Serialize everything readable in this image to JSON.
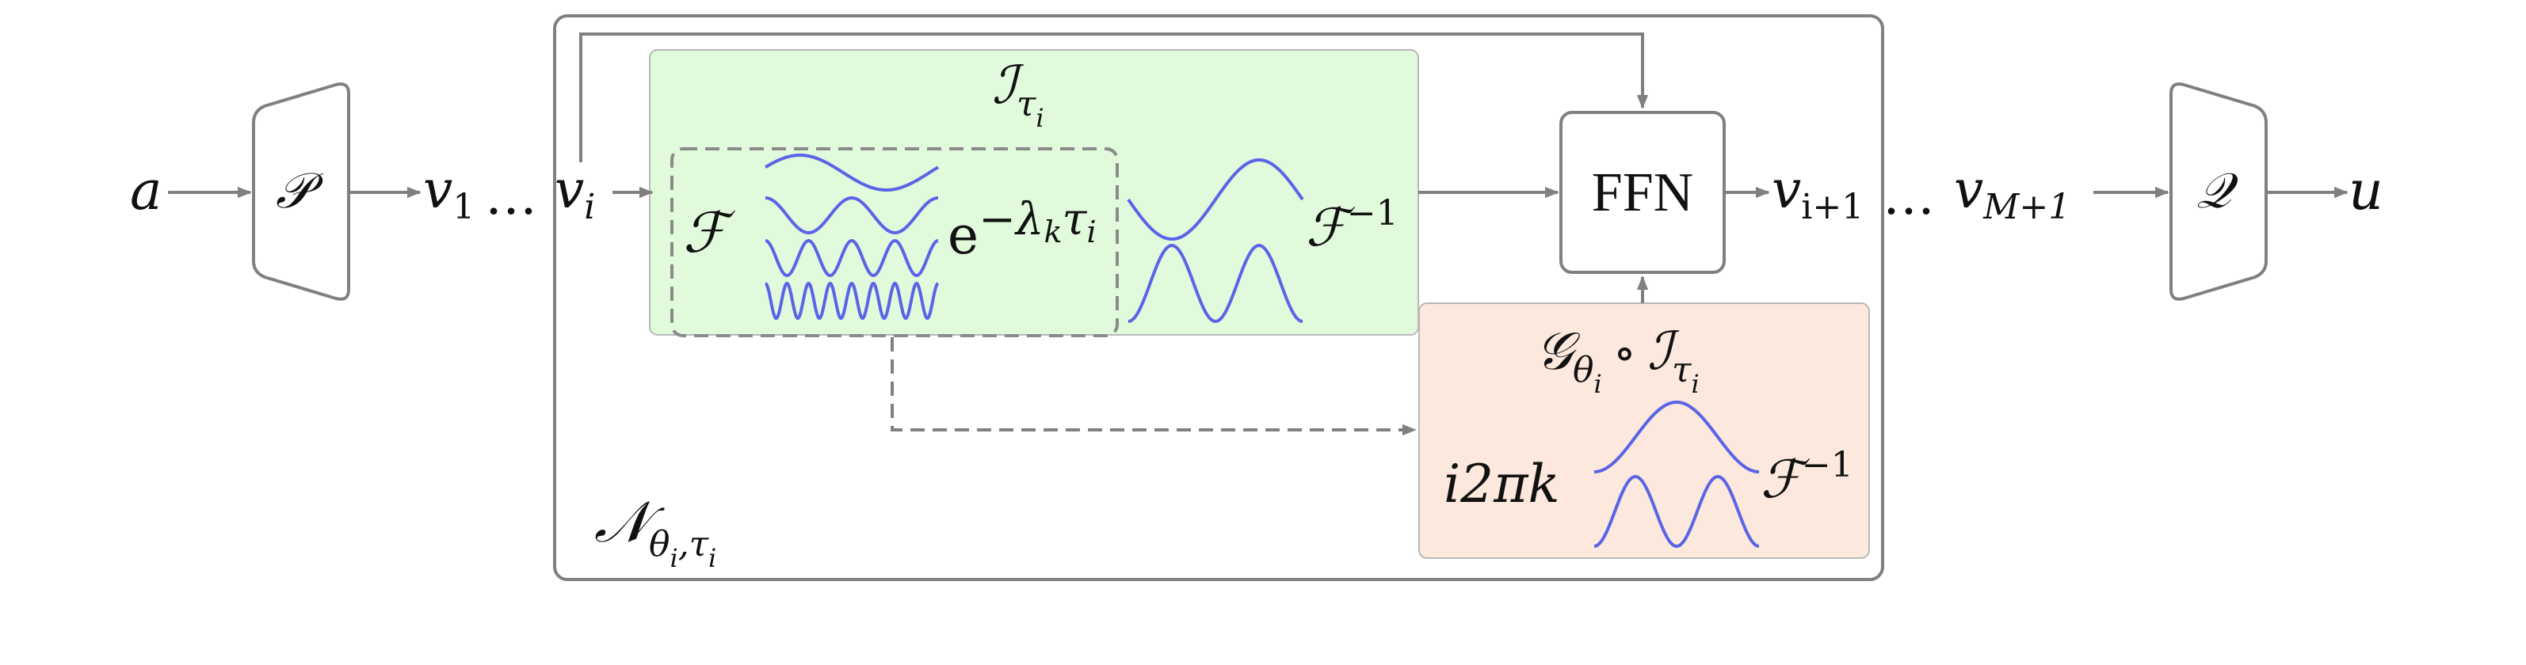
{
  "colors": {
    "line": "#808080",
    "wave": "#5a64e6",
    "green_fill": "#e1fadc",
    "orange_fill": "#fce8dc",
    "text": "#111111"
  },
  "labels": {
    "a": "a",
    "P": "𝒫",
    "v1_base": "v",
    "v1_sub": "1",
    "dots1": "…",
    "vi_base": "v",
    "vi_sub": "i",
    "I_top_base": "ℐ",
    "I_top_sub": "τ",
    "I_top_subsub": "i",
    "F": "ℱ",
    "exp_base": "e",
    "exp_power": "−λ",
    "exp_k": "k",
    "exp_tau": "τ",
    "exp_i": "i",
    "Finv_top_base": "ℱ",
    "Finv_top_sup": "−1",
    "ffn": "FFN",
    "vip1_base": "v",
    "vip1_sub": "i+1",
    "dots2": "…",
    "vM_base": "v",
    "vM_sub": "M+1",
    "Q": "𝒬",
    "u": "u",
    "G_base": "𝒢",
    "G_sub": "θ",
    "G_subsub": "i",
    "circ": "∘",
    "I2_base": "ℐ",
    "I2_sub": "τ",
    "I2_subsub": "i",
    "i2pik": "i2πk",
    "Finv_bot_base": "ℱ",
    "Finv_bot_sup": "−1",
    "N_base": "𝒩",
    "N_sub": "θ",
    "N_sub_i": "i",
    "N_sub_comma_tau": ",τ",
    "N_sub_i2": "i"
  },
  "icons": [
    "arrow-head",
    "trapezoid-lifting",
    "trapezoid-projection"
  ]
}
